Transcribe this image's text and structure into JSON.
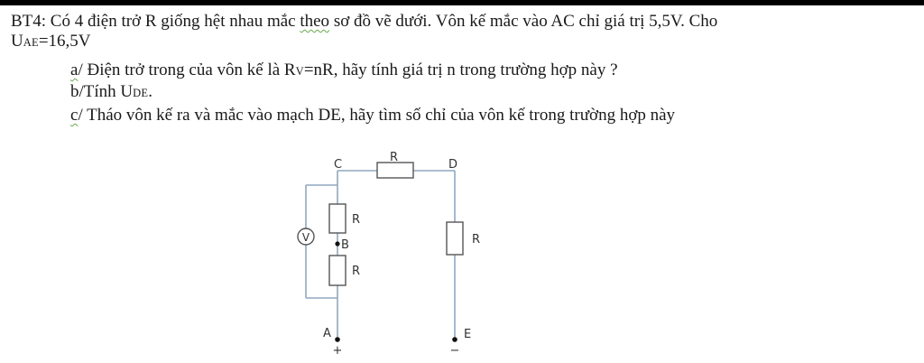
{
  "problem": {
    "id": "BT4",
    "line1_prefix": "BT4: Có 4 điện trở R giống hệt nhau mắc ",
    "line1_squiggle": "theo",
    "line1_suffix": " sơ đồ vẽ dưới. Vôn kế mắc vào AC chỉ giá trị 5,5V. Cho",
    "line2_main": "U",
    "line2_sub": "AE",
    "line2_rest": "=16,5V",
    "part_a_mark": "a",
    "part_a_prefix": "/ Điện trở trong của vôn kế là R",
    "part_a_sub": "V",
    "part_a_rest": "=nR, hãy tính giá trị n trong trường hợp này ?",
    "part_b_prefix": "b/Tính U",
    "part_b_sub": "DE",
    "part_b_rest": ".",
    "part_c_mark": "c",
    "part_c_rest": "/ Tháo vôn kế ra và mắc vào mạch DE, hãy tìm số chỉ của vôn kế trong trường hợp này"
  },
  "circuit": {
    "wire_color": "#8fa8bf",
    "node_labels": {
      "C": "C",
      "D": "D",
      "B": "B",
      "A": "A",
      "E": "E"
    },
    "resistor_labels": {
      "top": "R",
      "upper_left": "R",
      "lower_left": "R",
      "right": "R"
    },
    "voltmeter_symbol": "V",
    "terminal_A_polarity": "+",
    "terminal_E_polarity": "−"
  }
}
